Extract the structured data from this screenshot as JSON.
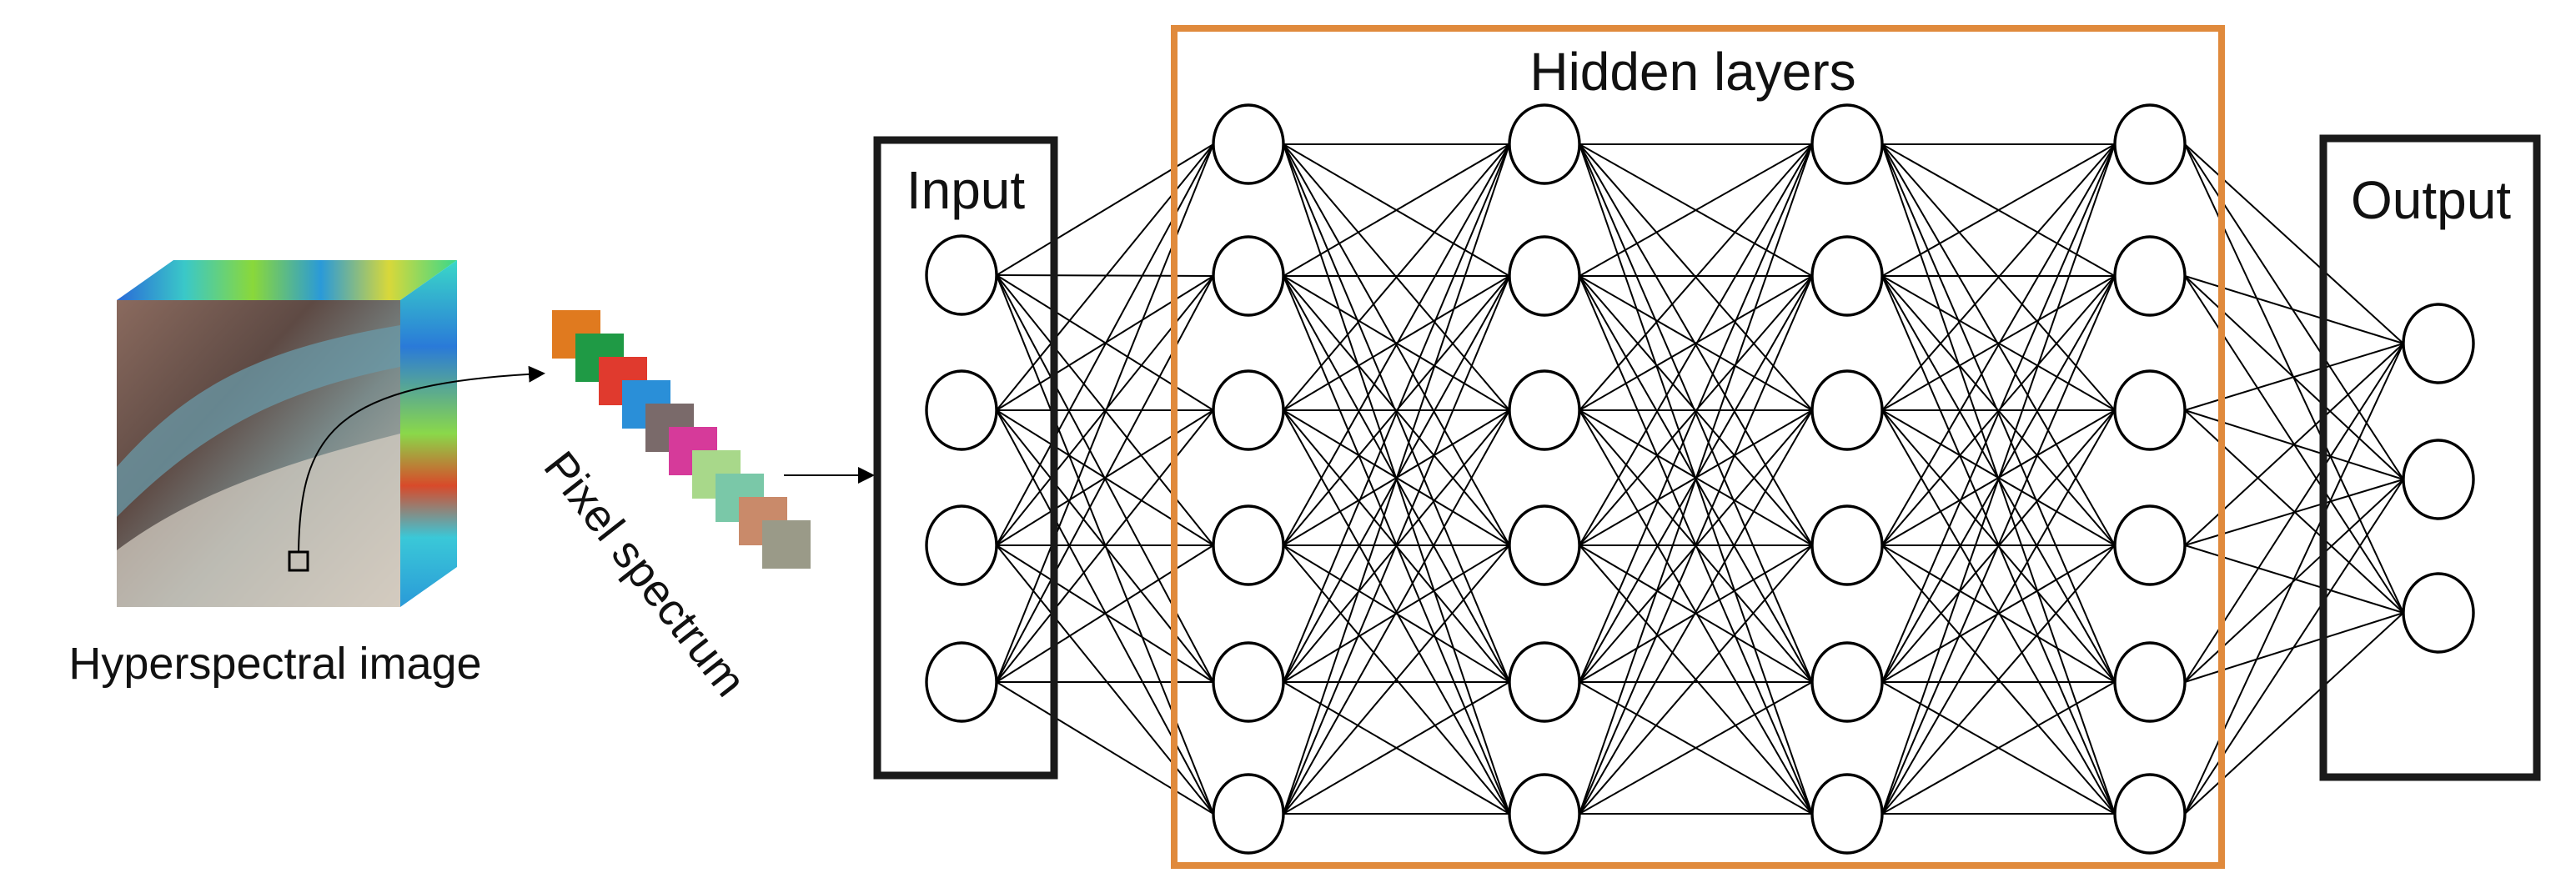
{
  "hyperspectral": {
    "label": "Hyperspectral image",
    "cube_front": "aerial-terrain-image",
    "cube_sides": "spectral-false-color-bands"
  },
  "spectrum": {
    "label": "Pixel spectrum",
    "swatch_colors": [
      "#e07a1f",
      "#1f9a45",
      "#e03a2e",
      "#2a8fd8",
      "#7a6a6a",
      "#d63a9a",
      "#a8d88a",
      "#7ac8a8",
      "#c98a6a",
      "#9a9a88"
    ]
  },
  "network": {
    "input_label": "Input",
    "hidden_label": "Hidden layers",
    "output_label": "Output",
    "input_nodes": 4,
    "hidden_layers": [
      6,
      6,
      6,
      6
    ],
    "output_nodes": 3,
    "colors": {
      "hidden_frame": "#e08a3c",
      "frame": "#1a1a1a",
      "line": "#000000"
    }
  }
}
